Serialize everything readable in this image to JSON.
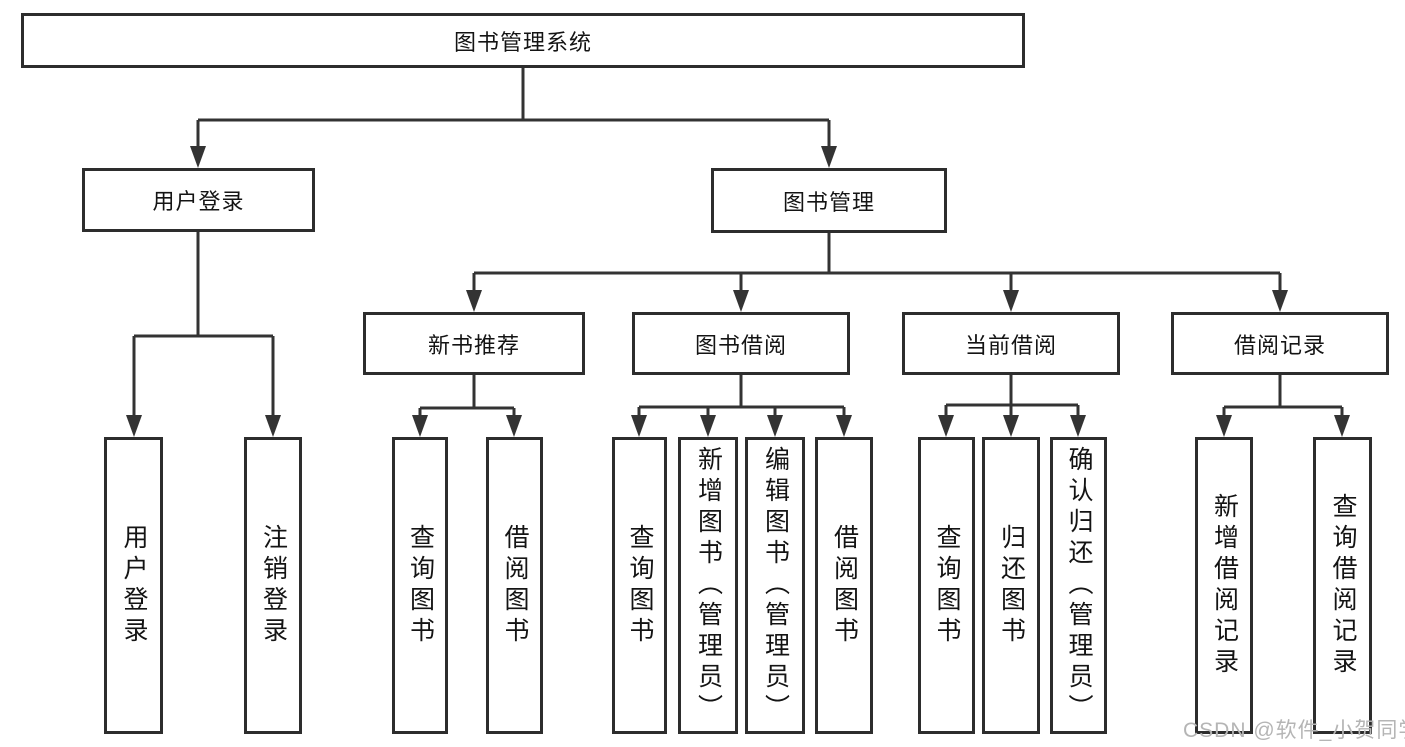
{
  "tree": {
    "root": {
      "label": "图书管理系统"
    },
    "level2": [
      {
        "label": "用户登录"
      },
      {
        "label": "图书管理"
      }
    ],
    "level3": [
      {
        "label": "新书推荐"
      },
      {
        "label": "图书借阅"
      },
      {
        "label": "当前借阅"
      },
      {
        "label": "借阅记录"
      }
    ],
    "leafGroups": [
      {
        "parent": "用户登录",
        "items": [
          "用户登录",
          "注销登录"
        ]
      },
      {
        "parent": "新书推荐",
        "items": [
          "查询图书",
          "借阅图书"
        ]
      },
      {
        "parent": "图书借阅",
        "items": [
          "查询图书",
          "新增图书（管理员）",
          "编辑图书（管理员）",
          "借阅图书"
        ]
      },
      {
        "parent": "当前借阅",
        "items": [
          "查询图书",
          "归还图书",
          "确认归还（管理员）"
        ]
      },
      {
        "parent": "借阅记录",
        "items": [
          "新增借阅记录",
          "查询借阅记录"
        ]
      }
    ]
  },
  "watermark": {
    "text": "CSDN @软件_小贺同学"
  },
  "colors": {
    "line": "#333333",
    "box_border": "#2d2d2d",
    "text": "#141414",
    "watermark": "#b5b5b5",
    "background": "#ffffff"
  }
}
